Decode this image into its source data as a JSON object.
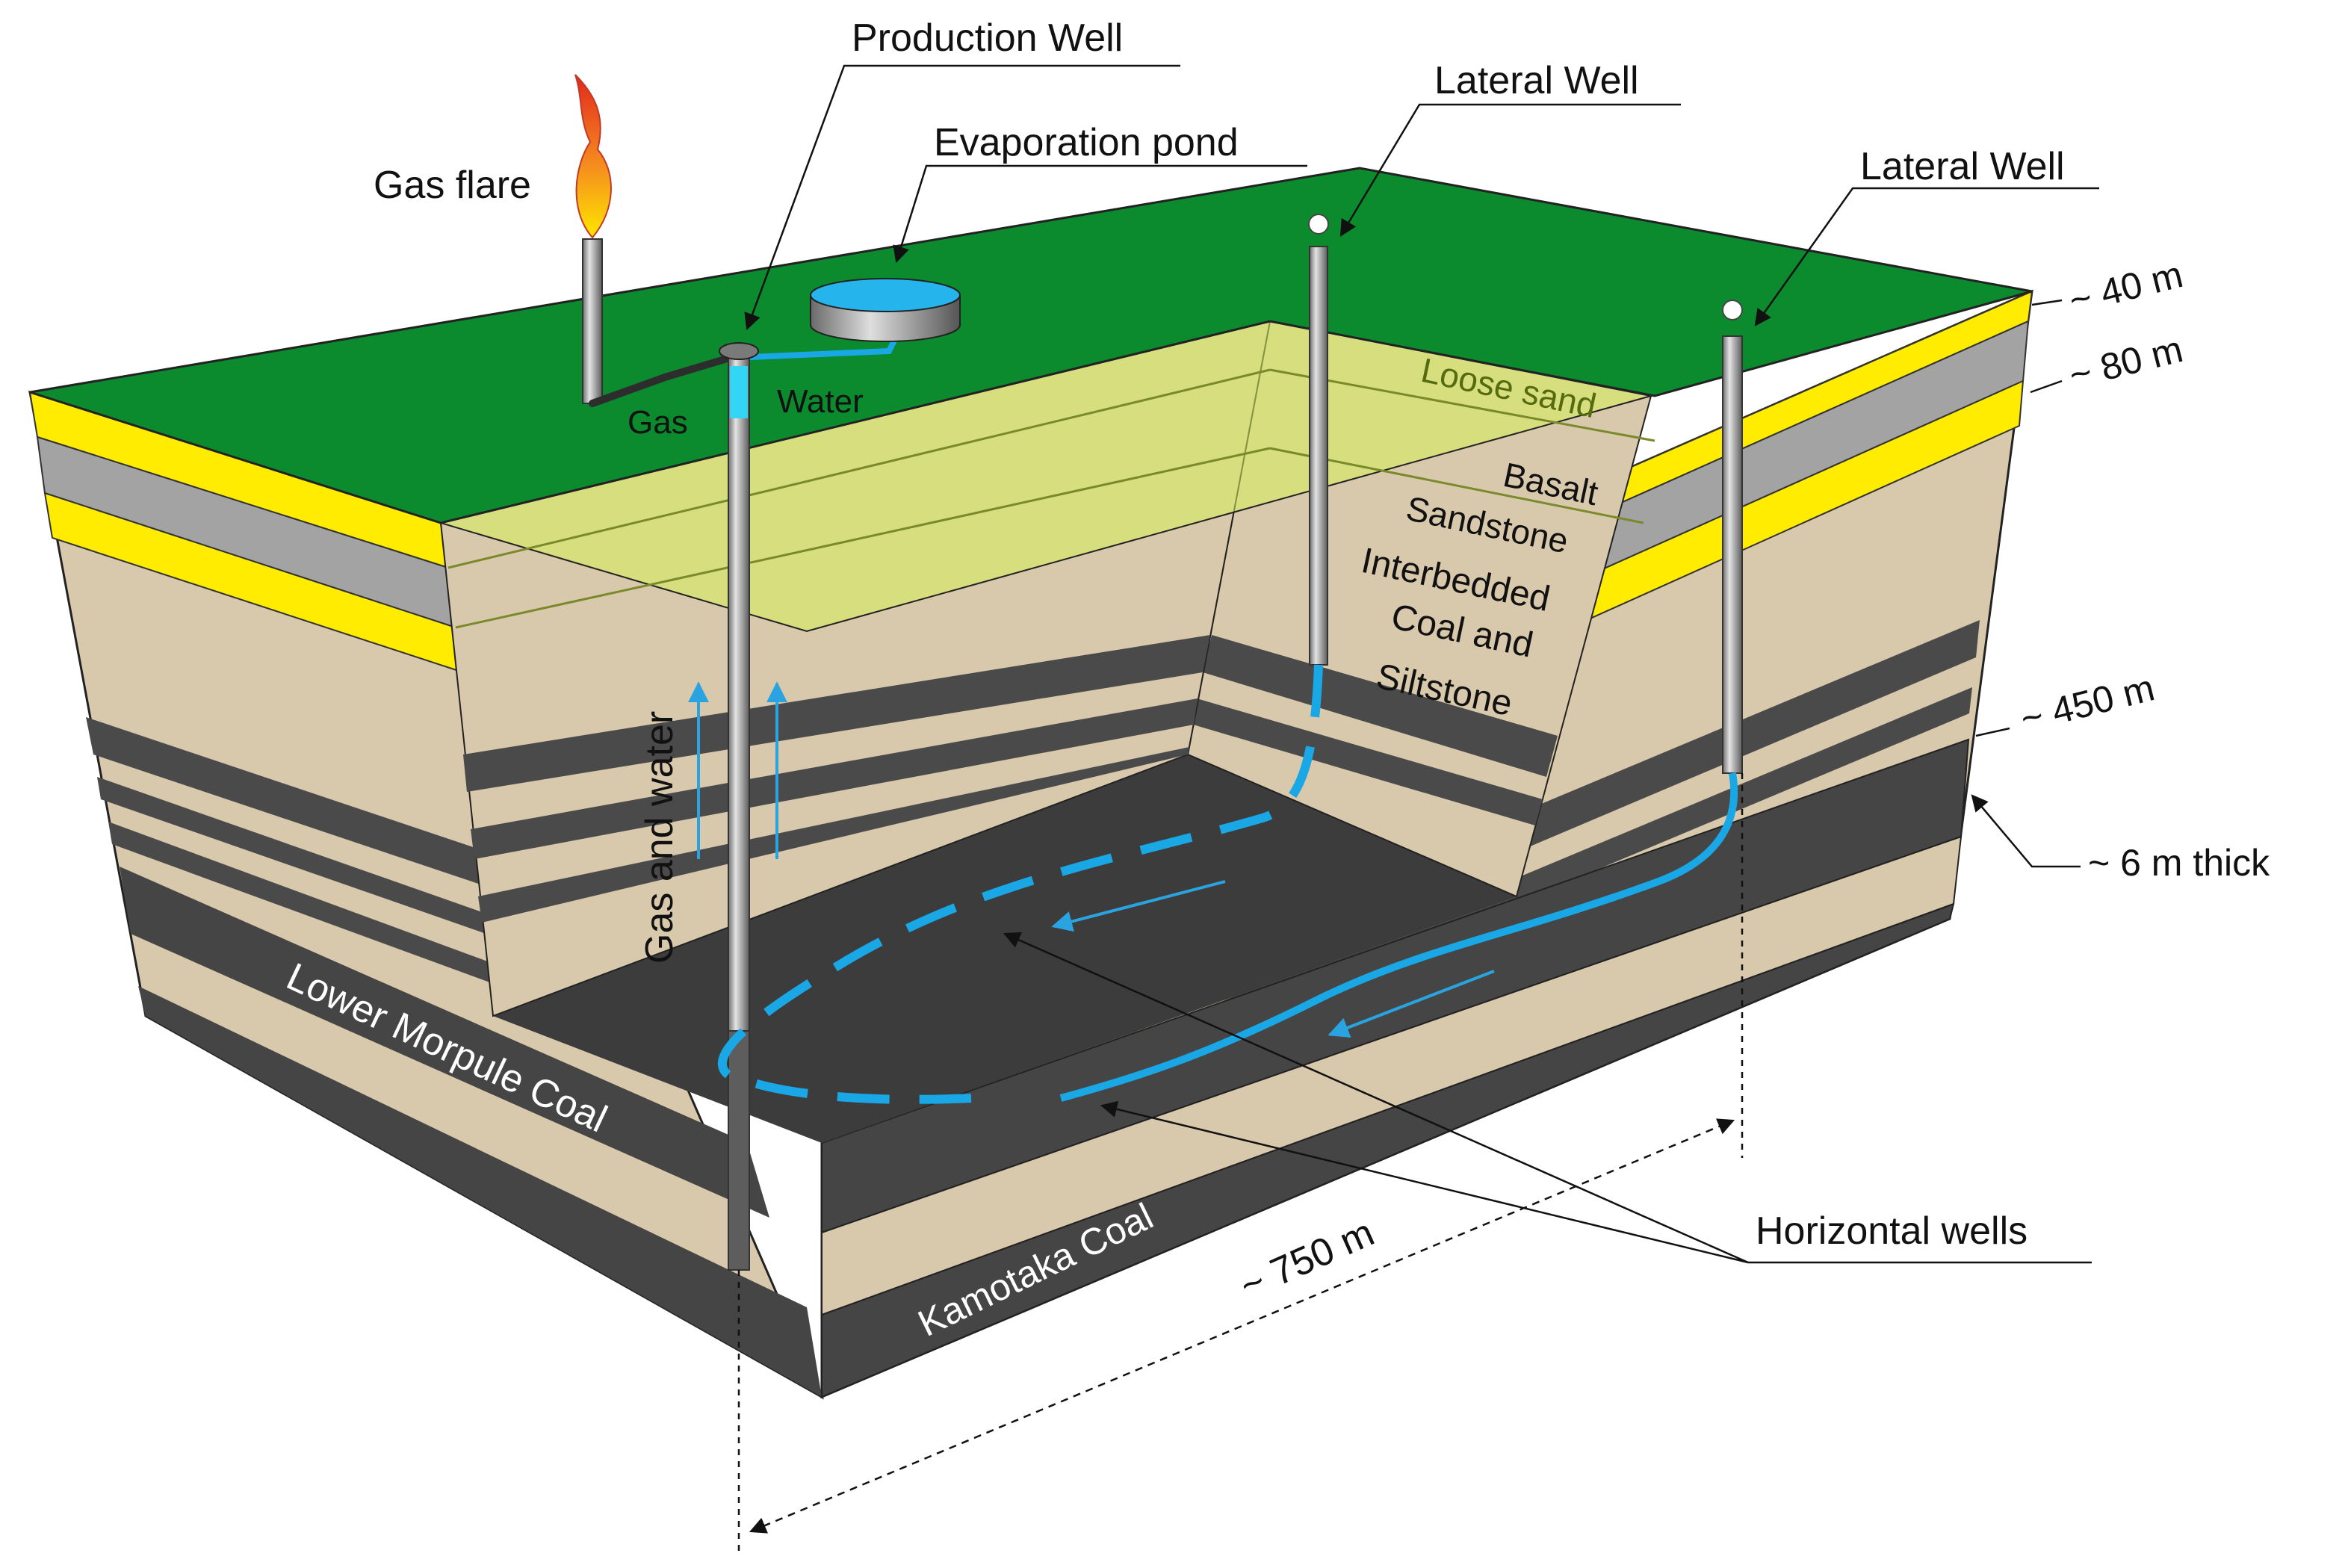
{
  "labels": {
    "production_well": "Production Well",
    "lateral_well_1": "Lateral Well",
    "lateral_well_2": "Lateral Well",
    "evaporation_pond": "Evaporation pond",
    "gas_flare": "Gas flare",
    "gas": "Gas",
    "water": "Water",
    "gas_and_water": "Gas and water",
    "horizontal_wells": "Horizontal wells"
  },
  "layers": {
    "loose_sand": "Loose sand",
    "basalt": "Basalt",
    "sandstone": "Sandstone",
    "interbedded_1": "Interbedded",
    "interbedded_2": "Coal and",
    "interbedded_3": "Siltstone",
    "lower_morpule": "Lower Morpule Coal",
    "kamotaka": "Kamotaka Coal"
  },
  "dimensions": {
    "d40": "~ 40 m",
    "d80": "~ 80 m",
    "d450": "~ 450 m",
    "thick": "~ 6 m thick",
    "d750": "~ 750 m"
  },
  "colors": {
    "ground": "#0b8a2e",
    "sand": "#ffec00",
    "basalt": "#a3a3a3",
    "siltstone": "#d8c8ac",
    "coal": "#4a4a4a",
    "coal_floor": "#3c3c3c",
    "well_blue": "#1aa7e6",
    "cutaway_tint": "#d6f05a"
  }
}
